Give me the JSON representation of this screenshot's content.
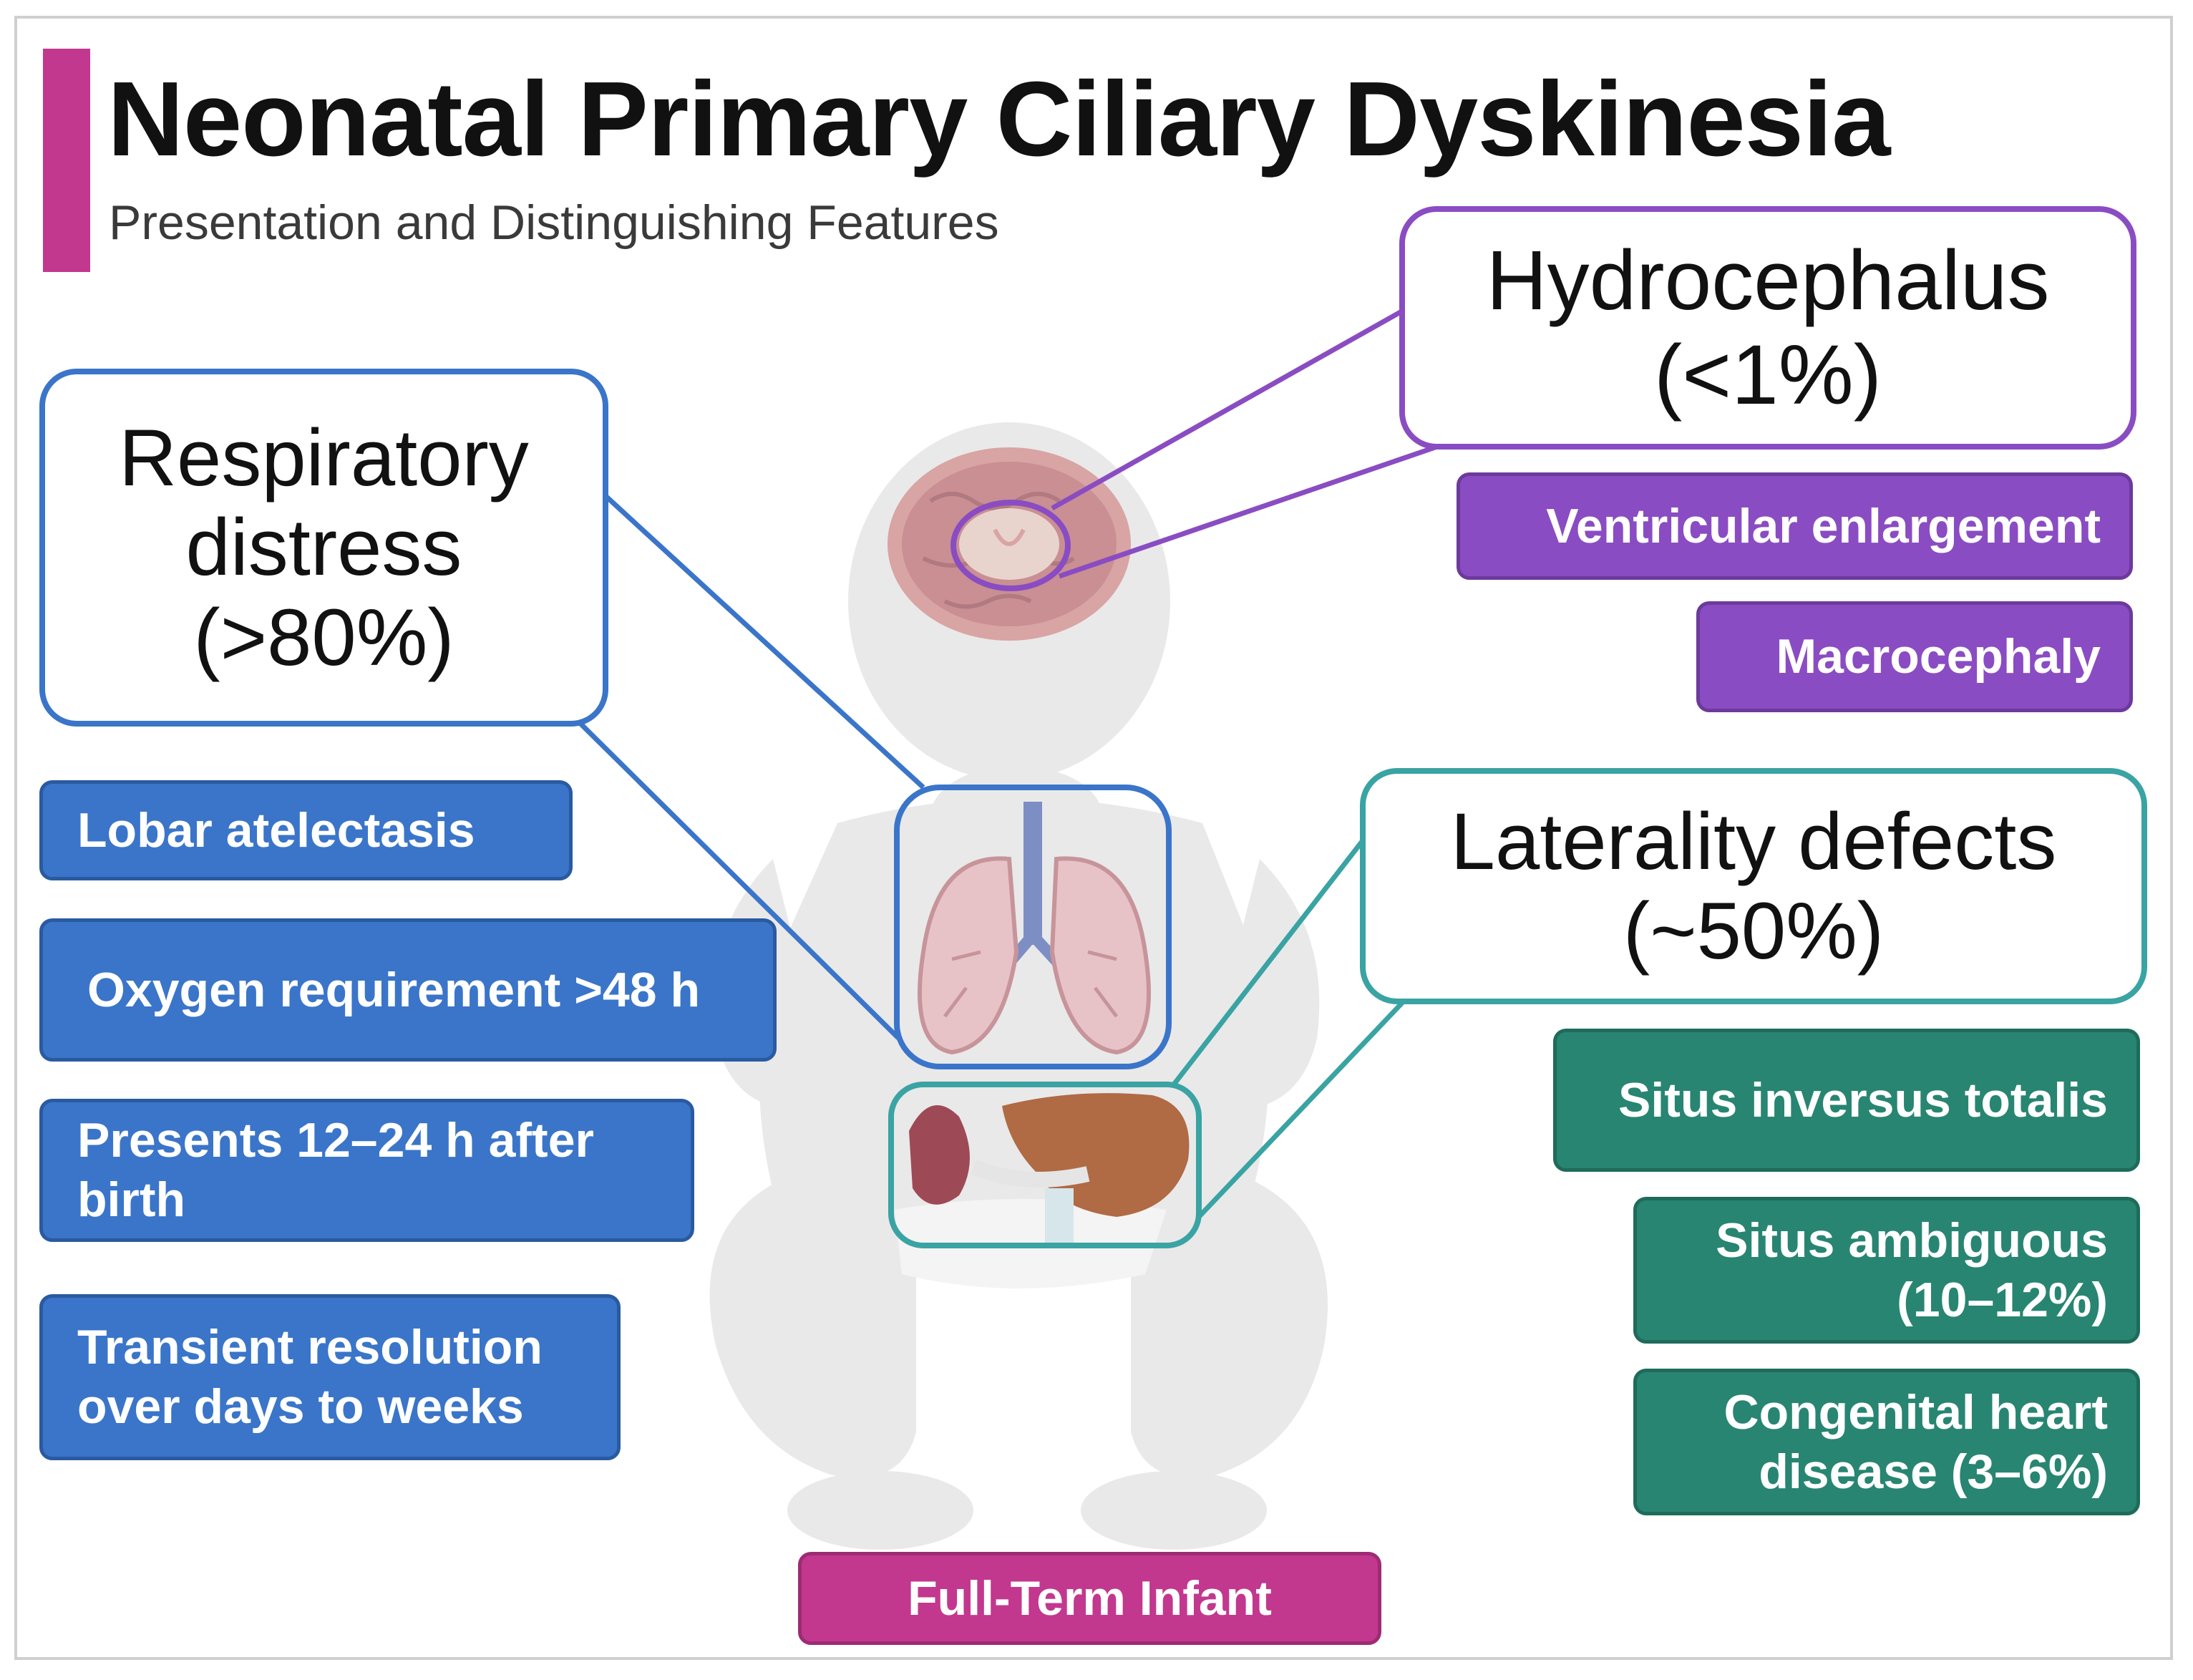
{
  "header": {
    "title": "Neonatal Primary Ciliary Dyskinesia",
    "subtitle": "Presentation and Distinguishing Features"
  },
  "colors": {
    "accent_pink": "#c2388e",
    "respiratory_blue": "#3a75c9",
    "neuro_purple": "#8a4cc2",
    "laterality_teal": "#288571"
  },
  "respiratory": {
    "title_line1": "Respiratory",
    "title_line2": "distress",
    "percent": "(>80%)",
    "features": {
      "lobar": "Lobar atelectasis",
      "oxygen": "Oxygen requirement >48 h",
      "presents_line1": "Presents 12–24 h after",
      "presents_line2": "birth",
      "transient_line1": "Transient resolution",
      "transient_line2": "over days to weeks"
    }
  },
  "hydrocephalus": {
    "title": "Hydrocephalus",
    "percent": "(<1%)",
    "features": {
      "ventricular": "Ventricular enlargement",
      "macrocephaly": "Macrocephaly"
    }
  },
  "laterality": {
    "title": "Laterality defects",
    "percent": "(~50%)",
    "features": {
      "situs_inversus": "Situs inversus totalis",
      "ambiguous_line1": "Situs ambiguous",
      "ambiguous_line2": "(10–12%)",
      "chd_line1": "Congenital heart",
      "chd_line2": "disease (3–6%)"
    }
  },
  "infant_label": "Full-Term Infant",
  "icons": [
    "infant-silhouette",
    "brain-icon",
    "lungs-icon",
    "abdomen-organs-icon"
  ]
}
